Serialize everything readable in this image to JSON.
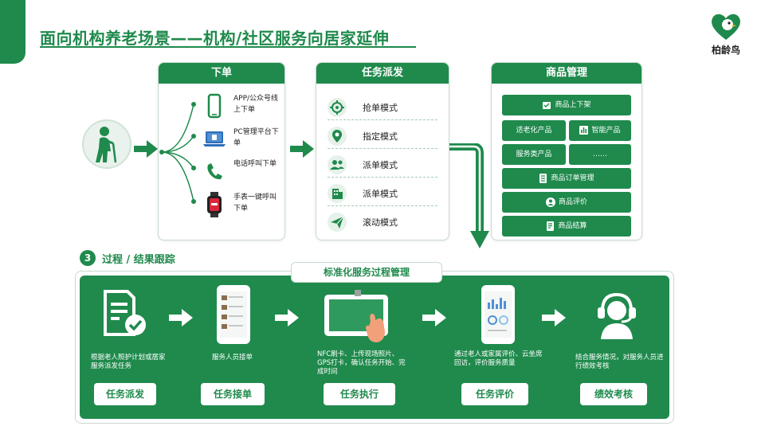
{
  "header": {
    "title": "面向机构养老场景——机构/社区服务向居家延伸",
    "logo_text": "柏龄鸟"
  },
  "colors": {
    "brand_green": "#1f8a4c",
    "light_green": "#e5f1e9"
  },
  "order_panel": {
    "title": "下单",
    "items": [
      {
        "icon": "smartphone-icon",
        "label": "APP/公众号线上下单"
      },
      {
        "icon": "laptop-icon",
        "label": "PC管理平台下单"
      },
      {
        "icon": "phone-call-icon",
        "label": "电话呼叫下单"
      },
      {
        "icon": "smartwatch-icon",
        "label": "手表一键呼叫下单"
      }
    ]
  },
  "dispatch_panel": {
    "title": "任务派发",
    "modes": [
      {
        "icon": "target-icon",
        "label": "抢单模式"
      },
      {
        "icon": "location-pin-icon",
        "label": "指定模式"
      },
      {
        "icon": "group-icon",
        "label": "派单模式"
      },
      {
        "icon": "building-icon",
        "label": "派单模式"
      },
      {
        "icon": "paper-plane-icon",
        "label": "滚动模式"
      }
    ]
  },
  "goods_panel": {
    "title": "商品管理",
    "items": {
      "shelf": "商品上下架",
      "aging": "适老化产品",
      "smart": "智能产品",
      "service": "服务类产品",
      "more": "……",
      "orders": "商品订单管理",
      "review": "商品评价",
      "settle": "商品结算"
    }
  },
  "section3": {
    "number": "3",
    "title": "过程 / 结果跟踪",
    "standard_label": "标准化服务过程管理",
    "steps": [
      {
        "icon": "checklist-icon",
        "desc": "根据老人照护计划或居家服务派发任务",
        "button": "任务派发"
      },
      {
        "icon": "mobile-list-icon",
        "desc": "服务人员接单",
        "button": "任务接单"
      },
      {
        "icon": "tablet-tap-icon",
        "desc": "NFC刷卡、上传现场照片、GPS打卡，确认任务开始、完成时间",
        "button": "任务执行"
      },
      {
        "icon": "mobile-chart-icon",
        "desc": "通过老人或家属评价、云坐席回访，评价服务质量",
        "button": "任务评价"
      },
      {
        "icon": "headset-agent-icon",
        "desc": "结合服务情况，对服务人员进行绩效考核",
        "button": "绩效考核"
      }
    ]
  }
}
